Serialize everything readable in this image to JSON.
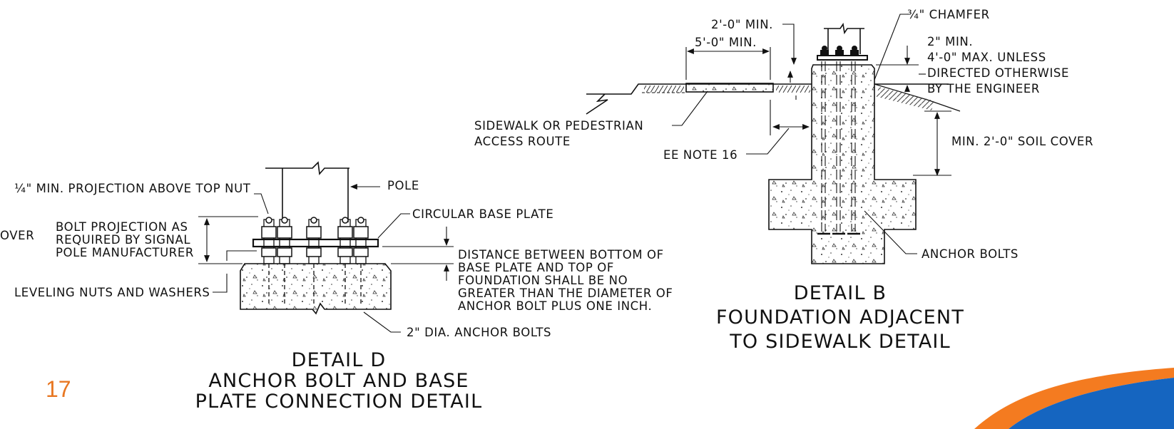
{
  "page_number": "17",
  "colors": {
    "page_number": "#e87722",
    "swoosh_orange": "#f47b20",
    "swoosh_blue": "#1565c0",
    "line": "#111111"
  },
  "detail_d": {
    "title_line1": "DETAIL D",
    "title_line2": "ANCHOR BOLT AND BASE",
    "title_line3": "PLATE CONNECTION DETAIL",
    "labels": {
      "projection_top_nut": "¼\" MIN. PROJECTION ABOVE TOP NUT",
      "pole": "POLE",
      "circular_base_plate": "CIRCULAR BASE PLATE",
      "bolt_projection_1": "BOLT PROJECTION AS",
      "bolt_projection_2": "REQUIRED BY SIGNAL",
      "bolt_projection_3": "POLE MANUFACTURER",
      "cut_over": "OVER",
      "leveling_nuts": "LEVELING NUTS AND WASHERS",
      "distance_1": "DISTANCE BETWEEN BOTTOM OF",
      "distance_2": "BASE PLATE AND TOP OF",
      "distance_3": "FOUNDATION SHALL BE NO",
      "distance_4": "GREATER THAN THE DIAMETER OF",
      "distance_5": "ANCHOR BOLT PLUS ONE INCH.",
      "anchor_bolts_dia": "2\" DIA. ANCHOR BOLTS"
    }
  },
  "detail_b": {
    "title_line1": "DETAIL B",
    "title_line2": "FOUNDATION ADJACENT",
    "title_line3": "TO SIDEWALK DETAIL",
    "labels": {
      "chamfer": "¾\" CHAMFER",
      "two_ft_min": "2'-0\" MIN.",
      "five_ft_min": "5'-0\" MIN.",
      "two_in_min": "2\" MIN.",
      "four_ft_max": "4'-0\" MAX. UNLESS",
      "directed": "DIRECTED OTHERWISE",
      "by_engineer": "BY THE ENGINEER",
      "sidewalk_1": "SIDEWALK OR PEDESTRIAN",
      "sidewalk_2": "ACCESS ROUTE",
      "soil_cover": "MIN. 2'-0\" SOIL COVER",
      "see_note": "EE NOTE 16",
      "anchor_bolts": "ANCHOR BOLTS"
    }
  }
}
